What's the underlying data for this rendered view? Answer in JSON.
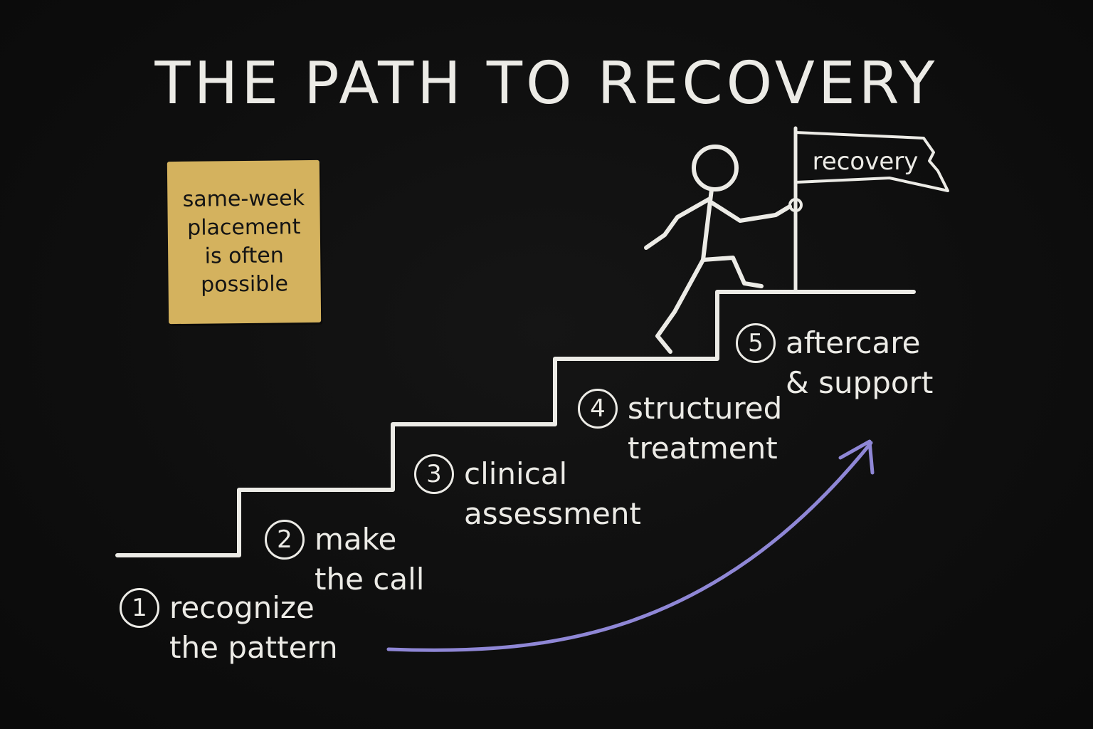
{
  "title": "THE PATH TO RECOVERY",
  "note": {
    "lines": [
      "same-week",
      "placement",
      "is often",
      "possible"
    ],
    "color": "#d4b25e"
  },
  "steps": [
    {
      "number": "1",
      "lines": [
        "recognize",
        "the pattern"
      ]
    },
    {
      "number": "2",
      "lines": [
        "make",
        "the call"
      ]
    },
    {
      "number": "3",
      "lines": [
        "clinical",
        "assessment"
      ]
    },
    {
      "number": "4",
      "lines": [
        "structured",
        "treatment"
      ]
    },
    {
      "number": "5",
      "lines": [
        "aftercare",
        "& support"
      ]
    }
  ],
  "flag": {
    "label": "recovery"
  },
  "colors": {
    "background": "#0d0d0d",
    "chalk": "#ecebe6",
    "arrow": "#8f87d6",
    "note": "#d4b25e"
  },
  "icons": {
    "figure": "stick-figure-icon",
    "flag": "flag-icon",
    "arrow": "progress-arrow-icon"
  }
}
